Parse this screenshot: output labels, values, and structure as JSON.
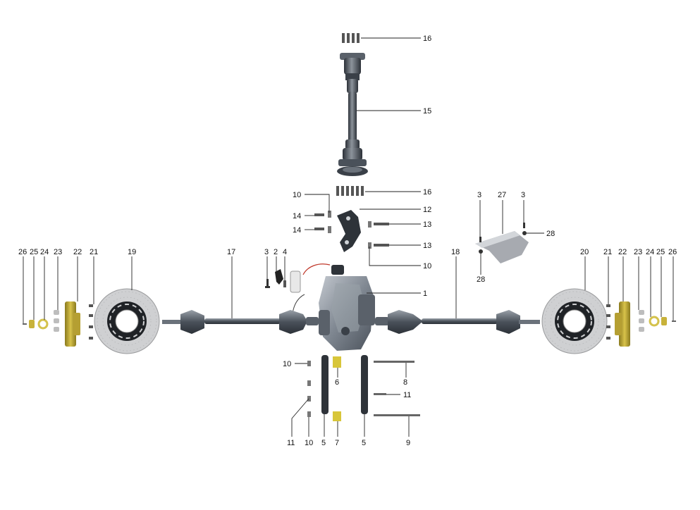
{
  "callouts": [
    "1",
    "2",
    "3",
    "4",
    "5",
    "6",
    "7",
    "8",
    "9",
    "10",
    "11",
    "12",
    "13",
    "14",
    "15",
    "16",
    "17",
    "18",
    "19",
    "20",
    "21",
    "22",
    "23",
    "24",
    "25",
    "26",
    "27",
    "28"
  ],
  "colors": {
    "metal_dark": "#3f4650",
    "metal_mid": "#7d8590",
    "metal_light": "#b9bec5",
    "disc_gray": "#c9cacc",
    "hub_yellow": "#c8b23a",
    "cable_red": "#c0392b"
  }
}
